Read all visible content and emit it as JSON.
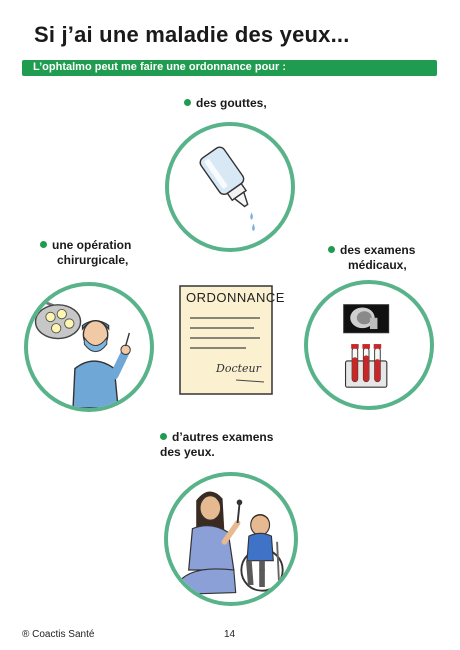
{
  "page": {
    "title": "Si j’ai une maladie des yeux...",
    "banner": "L’ophtalmo peut me faire une ordonnance pour :",
    "items": [
      {
        "label_line1": "des gouttes,",
        "label_line2": "",
        "illustration": "eye-drops-bottle-icon"
      },
      {
        "label_line1": "une opération",
        "label_line2": "chirurgicale,",
        "illustration": "surgeon-icon"
      },
      {
        "label_line1": "des examens",
        "label_line2": "médicaux,",
        "illustration": "medical-scan-and-blood-tubes-icon"
      },
      {
        "label_line1": "d’autres examens",
        "label_line2": "des yeux.",
        "illustration": "eye-exam-icon"
      }
    ],
    "document": {
      "heading": "ORDONNANCE",
      "signature": "Docteur"
    },
    "footer": {
      "copyright": "® Coactis Santé",
      "page_number": "14"
    }
  },
  "colors": {
    "accent_green": "#1f9c50",
    "circle_border": "#59b38a"
  }
}
